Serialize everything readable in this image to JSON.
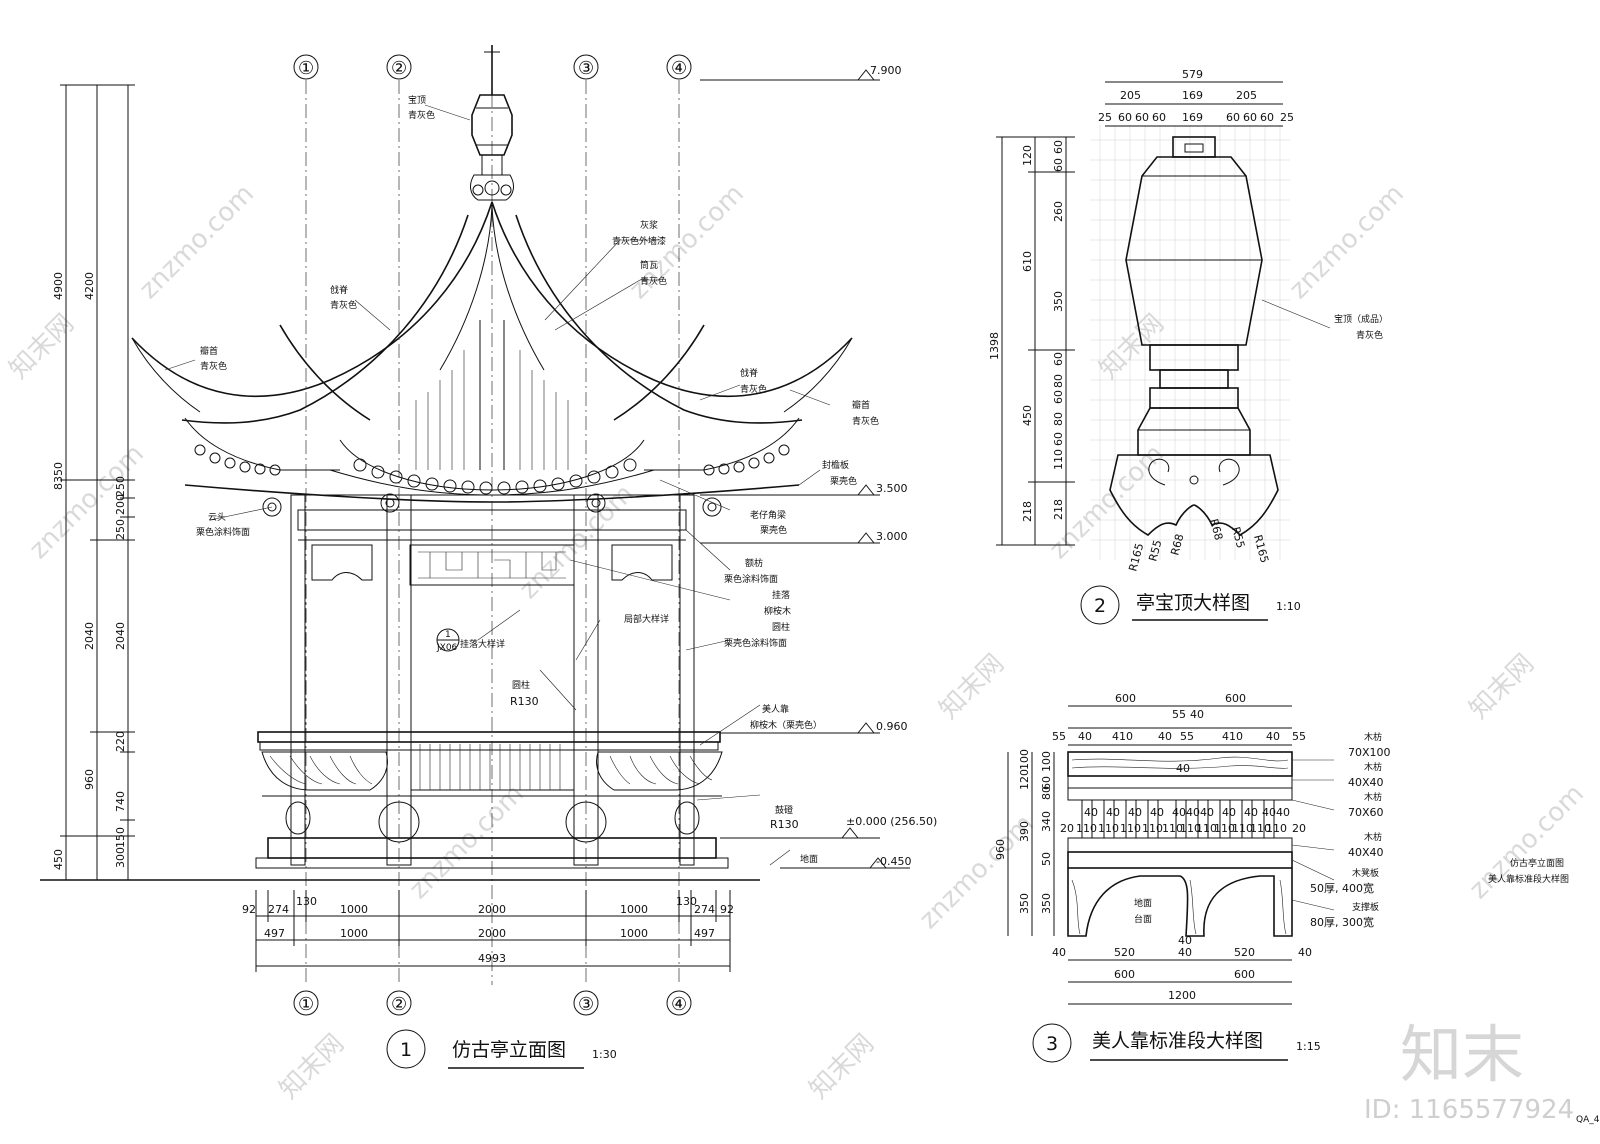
{
  "watermark": {
    "site": "znzmo.com",
    "brand": "知末网",
    "logo_text": "知末",
    "id_label": "ID: 1165577924"
  },
  "side_note": [
    "仿古亭立面图",
    "美人靠标准段大样图"
  ],
  "corner_mark": "QA_4",
  "drawing1": {
    "number": "1",
    "title": "仿古亭立面图",
    "scale": "1:30",
    "axes": [
      "①",
      "②",
      "③",
      "④"
    ],
    "levels": [
      "7.900",
      "3.500",
      "3.000",
      "0.960",
      "±0.000 (256.50)",
      "-0.450"
    ],
    "vdims_outer": [
      "4900",
      "8350",
      "450"
    ],
    "vdims_mid": [
      "4200",
      "2040",
      "960",
      "300"
    ],
    "vdims_inner": [
      "250",
      "200",
      "250",
      "2040",
      "220",
      "740",
      "150"
    ],
    "hdims_row1": [
      "92",
      "274",
      "130",
      "1000",
      "2000",
      "1000",
      "130",
      "274",
      "92"
    ],
    "hdims_row2": [
      "497",
      "1000",
      "2000",
      "1000",
      "497"
    ],
    "hdims_total": "4993",
    "labels": {
      "baoding": [
        "宝顶",
        "青灰色"
      ],
      "huijiang": [
        "灰浆",
        "青灰色外墙漆"
      ],
      "tongwa": [
        "筒瓦",
        "青灰色"
      ],
      "jiji_left": [
        "戗脊",
        "青灰色"
      ],
      "shoutou_left": [
        "瓣首",
        "青灰色"
      ],
      "jiji_right": [
        "戗脊",
        "青灰色"
      ],
      "shoutou_right": [
        "瓣首",
        "青灰色"
      ],
      "fengyanban": [
        "封檐板",
        "栗壳色"
      ],
      "laojiao": [
        "老仔角梁",
        "栗壳色"
      ],
      "yuntou": [
        "云头",
        "栗色涂料饰面"
      ],
      "efang": [
        "额枋",
        "栗色涂料饰面",
        "挂落",
        "柳桉木",
        "圆柱",
        "栗壳色涂料饰面"
      ],
      "guale_note": "挂落大样详",
      "detail_bubble_top": "1",
      "detail_bubble_bottom": "JX06",
      "jubu_note": "局部大样详",
      "yuanzhu": [
        "圆柱",
        "R130"
      ],
      "meirenkao": [
        "美人靠",
        "柳桉木（栗壳色）"
      ],
      "guding": [
        "鼓磴",
        "R130"
      ],
      "dimian": "地面"
    }
  },
  "drawing2": {
    "number": "2",
    "title": "亭宝顶大样图",
    "scale": "1:10",
    "top_total": "579",
    "top_row2": [
      "205",
      "169",
      "205"
    ],
    "top_row3": [
      "25",
      "60",
      "60",
      "60",
      "169",
      "60",
      "60",
      "60",
      "25"
    ],
    "left_outer": "1398",
    "left_mid": [
      "120",
      "610",
      "450",
      "218"
    ],
    "left_inner": [
      "60",
      "60",
      "260",
      "350",
      "60",
      "80",
      "60",
      "80",
      "60",
      "110",
      "218"
    ],
    "radii": [
      "R165",
      "R55",
      "R68",
      "R68",
      "R55",
      "R165"
    ],
    "label": [
      "宝顶（成品）",
      "青灰色"
    ]
  },
  "drawing3": {
    "number": "3",
    "title": "美人靠标准段大样图",
    "scale": "1:15",
    "top_row1": [
      "600",
      "600"
    ],
    "top_row2": [
      "55",
      "40"
    ],
    "top_row3": [
      "55",
      "40",
      "410",
      "40",
      "55",
      "410",
      "40",
      "55"
    ],
    "left_outer": "960",
    "left_mid": [
      "120",
      "100",
      "390",
      "350"
    ],
    "left_inner": [
      "100",
      "60",
      "80",
      "340",
      "50",
      "350"
    ],
    "slat_dims": [
      "20",
      "110",
      "110",
      "110",
      "110",
      "110",
      "110",
      "110",
      "110",
      "110",
      "110",
      "110",
      "20"
    ],
    "slat_top_dims": [
      "40",
      "40",
      "40",
      "40",
      "40",
      "40",
      "40",
      "40",
      "40",
      "40",
      "40"
    ],
    "center_mark": "40",
    "bottom_row1": [
      "40",
      "520",
      "40",
      "520",
      "40"
    ],
    "bottom_row1b": "40",
    "bottom_row2": [
      "600",
      "600"
    ],
    "bottom_total": "1200",
    "labels": [
      [
        "木枋",
        "70X100"
      ],
      [
        "木枋",
        "40X40"
      ],
      [
        "木枋",
        "70X60"
      ],
      [
        "木枋",
        "40X40"
      ],
      [
        "木凳板",
        "50厚, 400宽"
      ],
      [
        "支撑板",
        "80厚, 300宽"
      ]
    ],
    "ground": [
      "地面",
      "台面"
    ]
  }
}
